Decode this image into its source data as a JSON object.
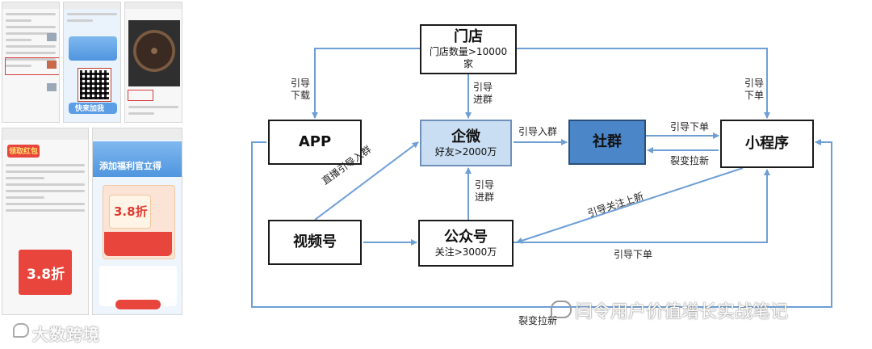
{
  "collage": {
    "badge_hongbao": "领取红包",
    "banner_add": "添加福利官立得",
    "coupon_value": "3.8折",
    "red_discount": "3.8折",
    "button_join": "快来加我"
  },
  "watermark": {
    "left": "大数跨境",
    "right": "闫令用户价值增长实战笔记"
  },
  "nodes": {
    "store": {
      "title": "门店",
      "sub1": "门店数量>10000",
      "sub2": "家"
    },
    "app": {
      "title": "APP"
    },
    "qiwei": {
      "title": "企微",
      "sub": "好友>2000万"
    },
    "shequn": {
      "title": "社群"
    },
    "miniprogram": {
      "title": "小程序"
    },
    "video": {
      "title": "视频号"
    },
    "gzh": {
      "title": "公众号",
      "sub": "关注>3000万"
    }
  },
  "labels": {
    "download_1": "引导",
    "download_2": "下载",
    "join_group_1": "引导",
    "join_group_2": "进群",
    "order_1": "引导",
    "order_2": "下单",
    "enter_group": "引导入群",
    "guide_order": "引导下单",
    "fission": "裂变拉新",
    "live_1": "直播引导入群",
    "gzh_group_1": "引导",
    "gzh_group_2": "进群",
    "follow": "引导关注上新",
    "order_bottom": "引导下单",
    "fission_bottom": "裂变拉新"
  },
  "colors": {
    "arrow": "#6d9fd6",
    "light_box": "#c9def2",
    "dark_box": "#4a86c8"
  }
}
